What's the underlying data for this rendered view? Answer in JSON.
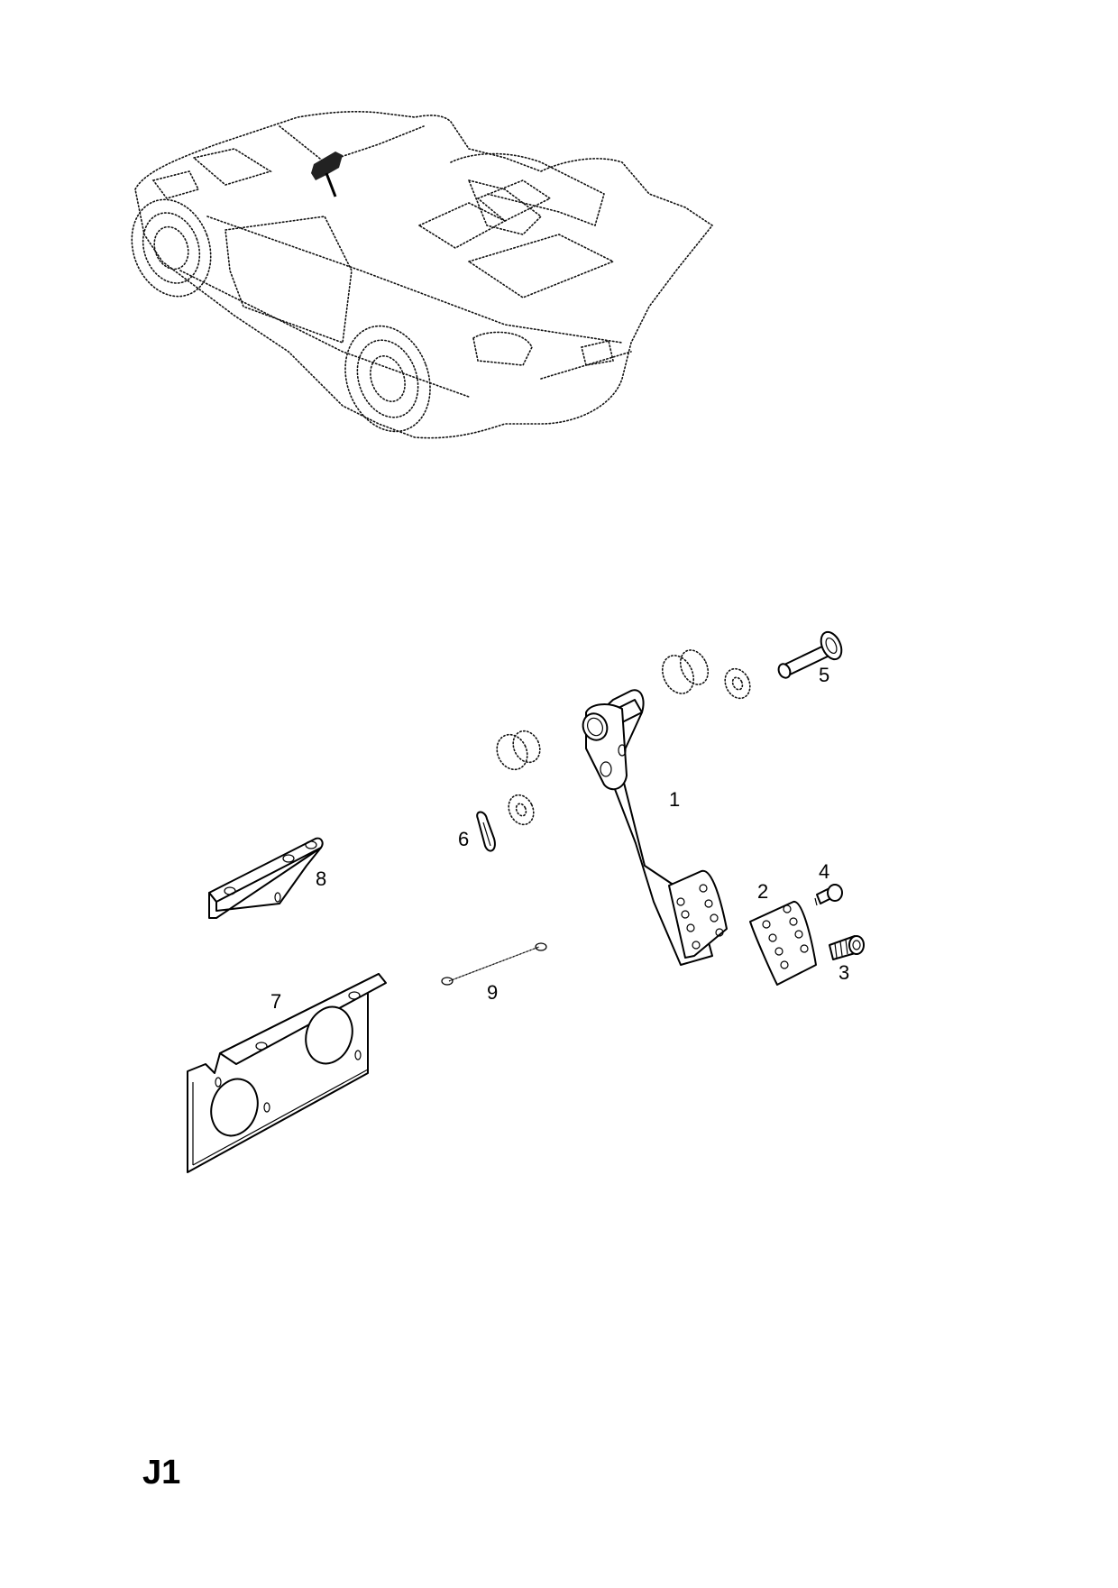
{
  "diagram": {
    "page_code": "J1",
    "overview": {
      "subject": "roadster-car-overview",
      "highlight": "pedal-location-marker"
    },
    "parts": [
      {
        "number": "1",
        "name": "pedal-arm"
      },
      {
        "number": "2",
        "name": "pedal-pad"
      },
      {
        "number": "3",
        "name": "screw"
      },
      {
        "number": "4",
        "name": "rivet"
      },
      {
        "number": "5",
        "name": "pivot-bolt"
      },
      {
        "number": "6",
        "name": "retaining-clip"
      },
      {
        "number": "7",
        "name": "mounting-plate"
      },
      {
        "number": "8",
        "name": "bracket"
      },
      {
        "number": "9",
        "name": "return-spring"
      }
    ],
    "callouts": {
      "c1": "1",
      "c2": "2",
      "c3": "3",
      "c4": "4",
      "c5": "5",
      "c6": "6",
      "c7": "7",
      "c8": "8",
      "c9": "9"
    }
  }
}
